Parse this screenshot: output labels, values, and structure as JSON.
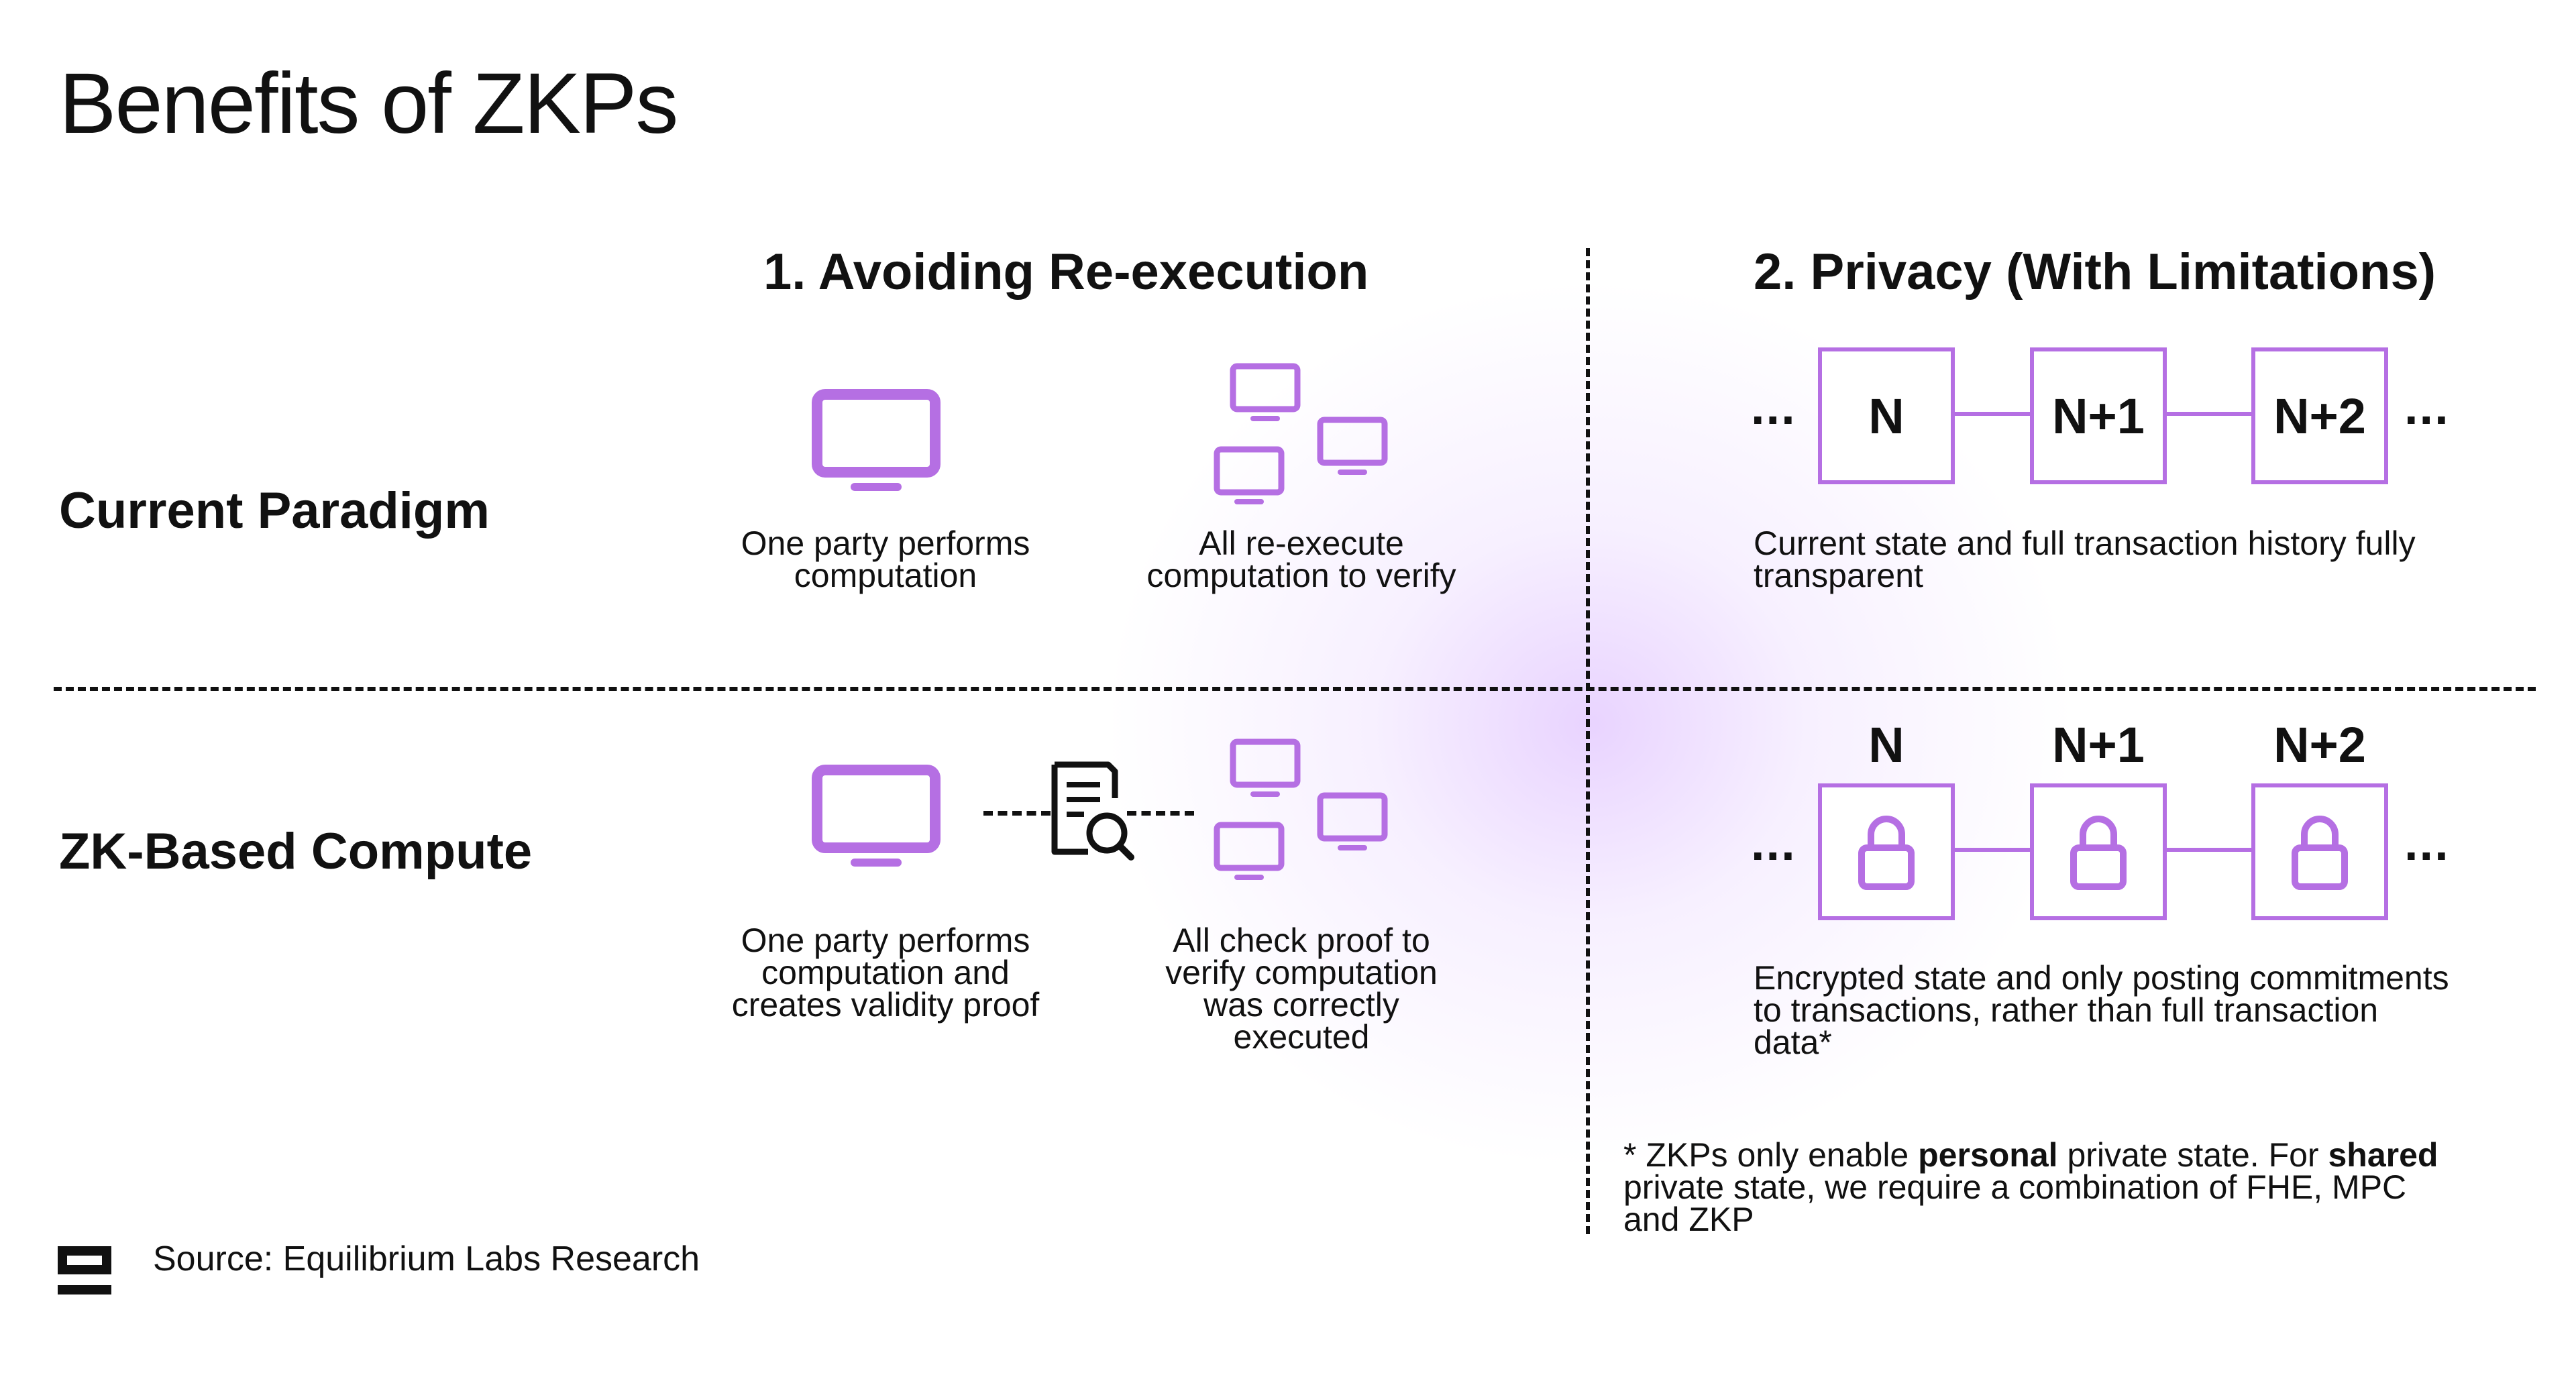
{
  "title": "Benefits of ZKPs",
  "colors": {
    "accent": "#B56FE3",
    "text": "#111111",
    "glow": "#D9B6FF"
  },
  "rows": {
    "current": "Current Paradigm",
    "zk": "ZK-Based Compute"
  },
  "columns": {
    "reexecution": "1. Avoiding Re-execution",
    "privacy": "2. Privacy (With Limitations)"
  },
  "reexecution": {
    "current": {
      "single_caption": [
        "One party performs",
        "computation"
      ],
      "multi_caption": [
        "All re-execute",
        "computation to verify"
      ]
    },
    "zk": {
      "single_caption": [
        "One party performs",
        "computation and",
        "creates validity proof"
      ],
      "multi_caption": [
        "All check proof to",
        "verify computation",
        "was correctly",
        "executed"
      ]
    },
    "icons": [
      "monitor-icon",
      "multiple-monitors-icon",
      "proof-document-search-icon"
    ]
  },
  "privacy": {
    "current": {
      "blocks": [
        "N",
        "N+1",
        "N+2"
      ],
      "ellipsis": "...",
      "caption": [
        "Current state and full transaction history fully",
        "transparent"
      ]
    },
    "zk": {
      "blocks": [
        "N",
        "N+1",
        "N+2"
      ],
      "ellipsis": "...",
      "caption": [
        "Encrypted state and only posting commitments",
        "to transactions, rather than full transaction",
        "data*"
      ]
    },
    "icons": [
      "lock-icon"
    ]
  },
  "footnote": {
    "part1": "* ZKPs only enable ",
    "bold1": "personal",
    "part2": " private state. For ",
    "bold2": "shared",
    "line2": "private state, we require a combination of FHE, MPC",
    "line3": "and ZKP"
  },
  "source": "Source: Equilibrium Labs Research"
}
